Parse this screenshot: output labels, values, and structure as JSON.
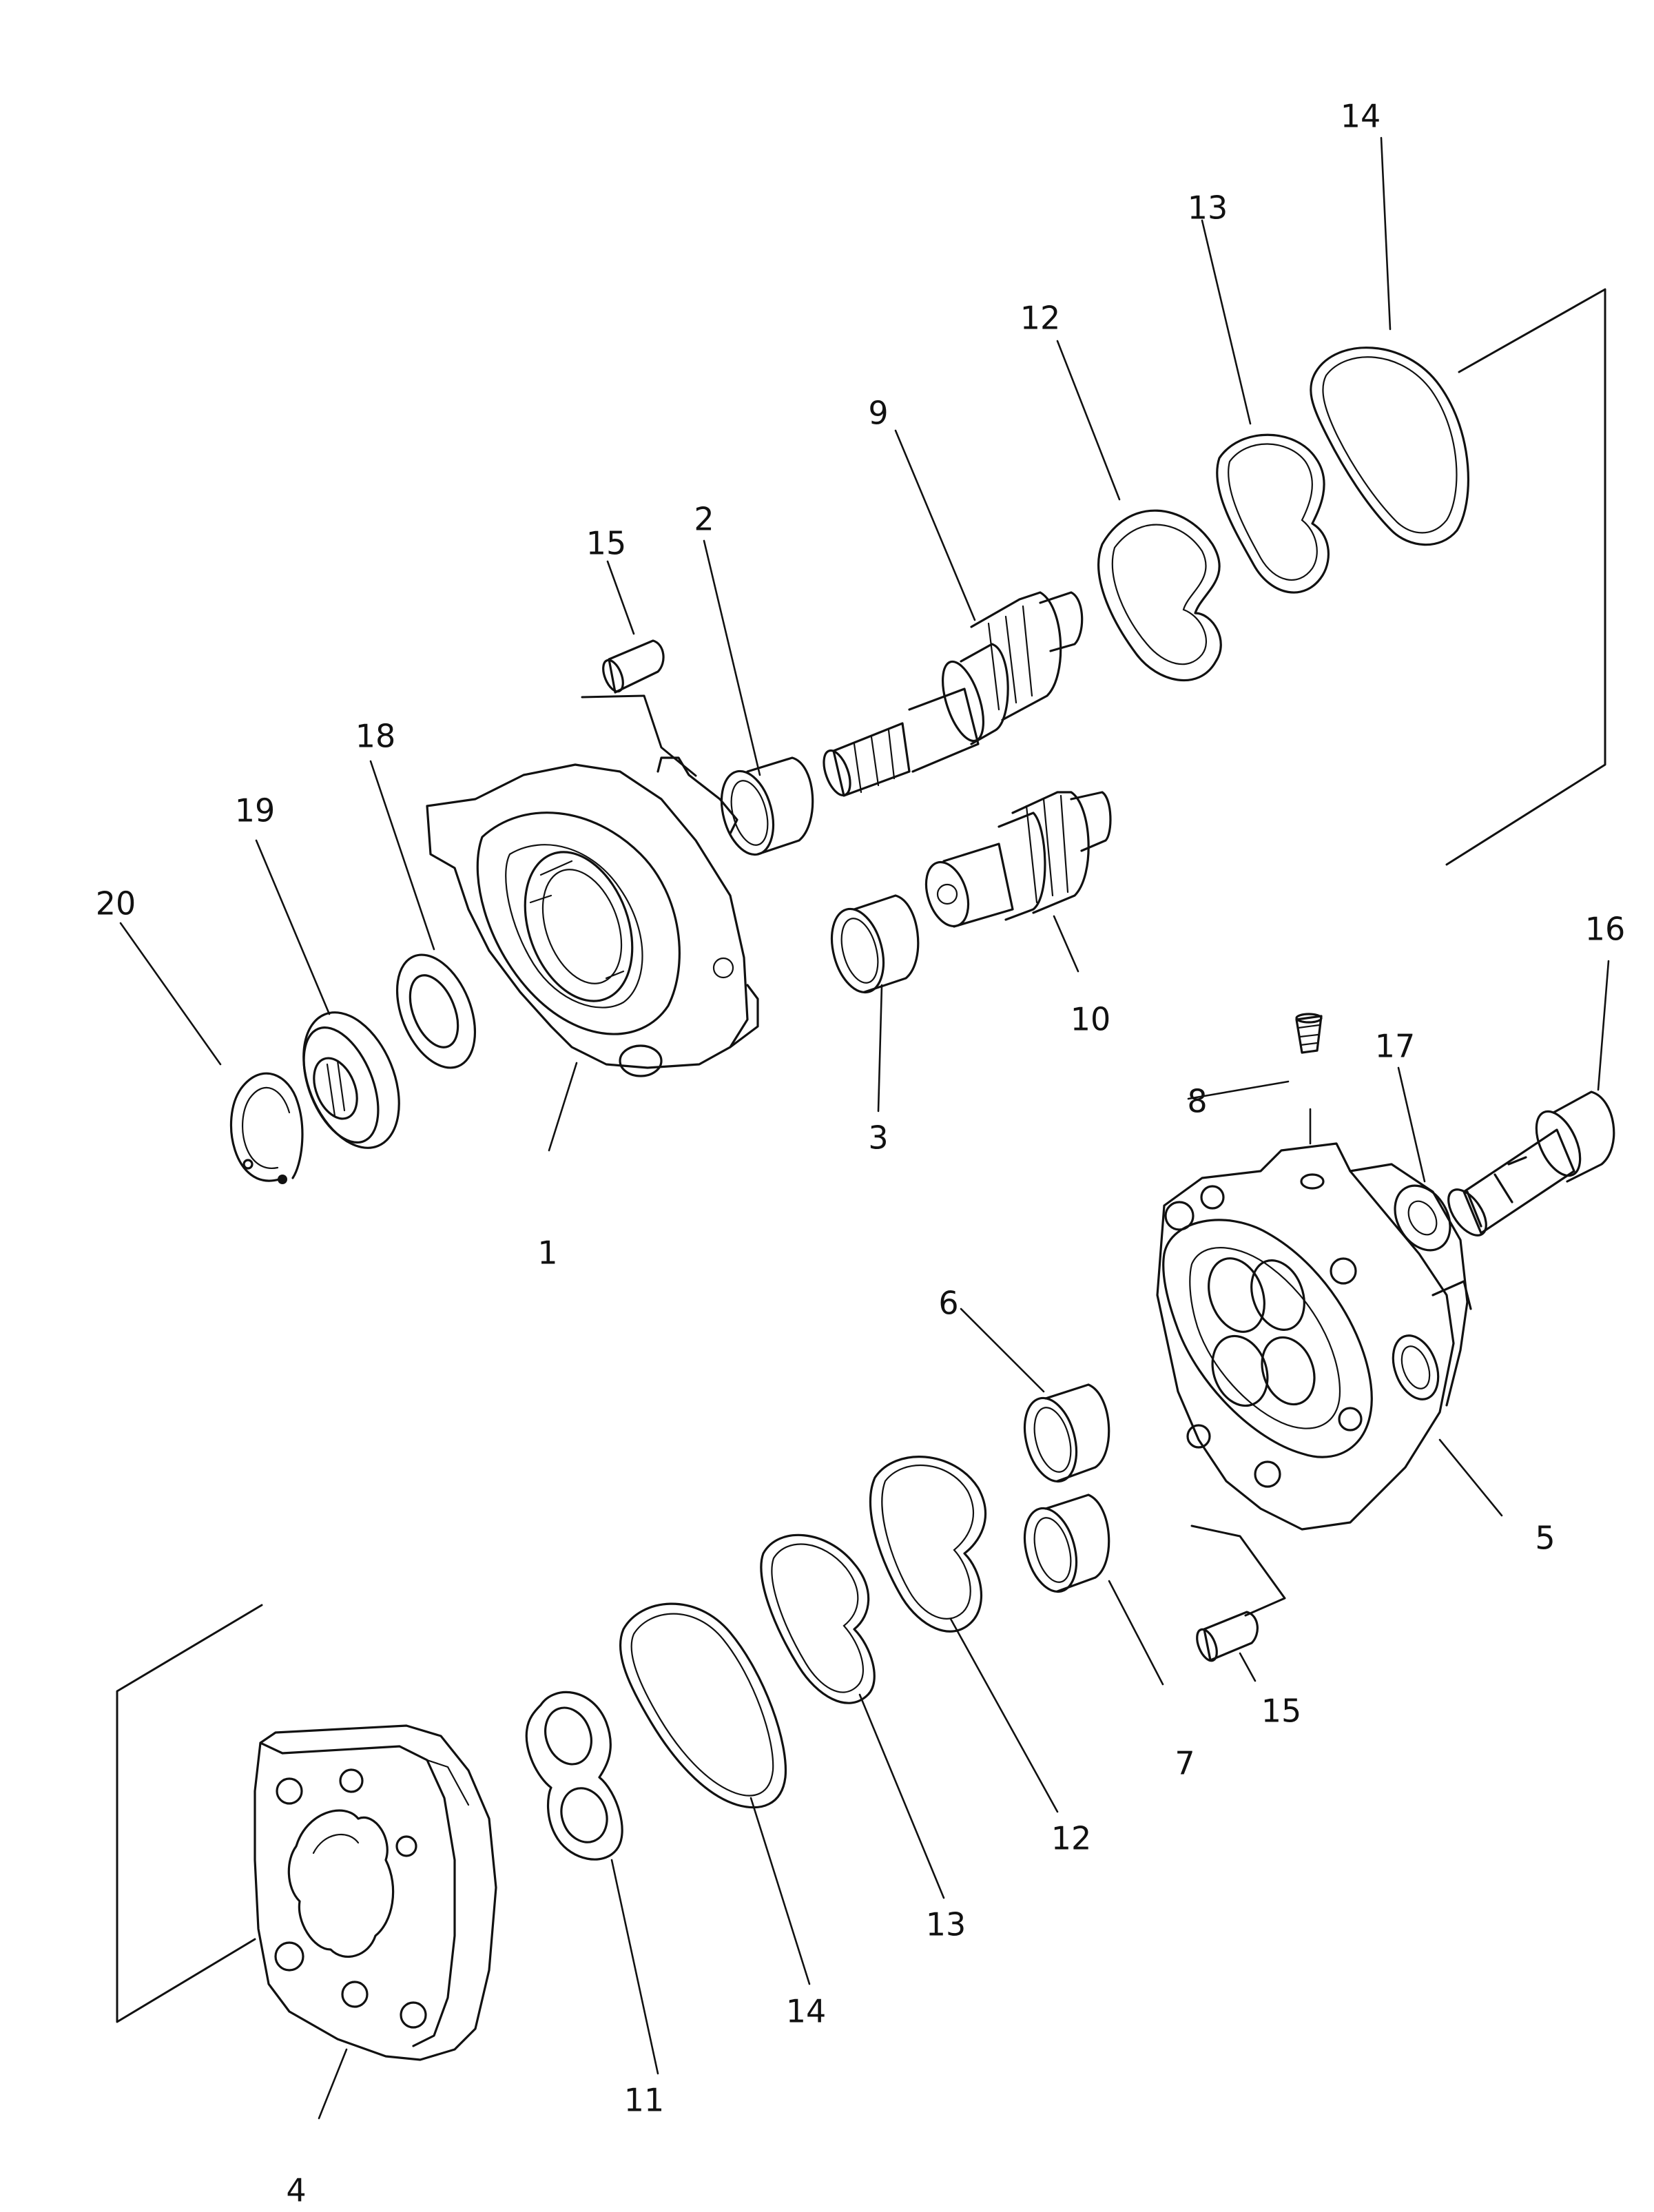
{
  "callouts": {
    "c1": "1",
    "c2": "2",
    "c3": "3",
    "c4": "4",
    "c5": "5",
    "c6": "6",
    "c7": "7",
    "c8": "8",
    "c9": "9",
    "c10": "10",
    "c11": "11",
    "c12a": "12",
    "c12b": "12",
    "c13a": "13",
    "c13b": "13",
    "c14a": "14",
    "c14b": "14",
    "c15a": "15",
    "c15b": "15",
    "c16": "16",
    "c17": "17",
    "c18": "18",
    "c19": "19",
    "c20": "20"
  },
  "colors": {
    "line": "#111111",
    "background": "#ffffff"
  }
}
